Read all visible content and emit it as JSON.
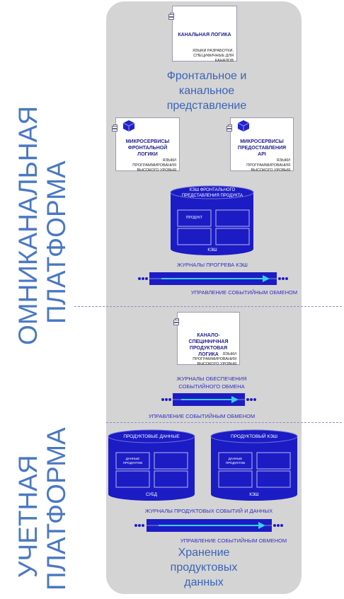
{
  "side": {
    "top_line1": "ОМНИКАНАЛЬНАЯ",
    "top_line2": "ПЛАТФОРМА",
    "bottom_line1": "УЧЕТНАЯ",
    "bottom_line2": "ПЛАТФОРМА"
  },
  "channel_card": {
    "title": "КАНАЛЬНАЯ ЛОГИКА",
    "sub": "ЯЗЫКИ РАЗРАБОТКИ, СПЕЦИФИЧНЫЕ ДЛЯ КАНАЛОВ"
  },
  "front_heading": "Фронтальное и канальное представление",
  "micro_front": {
    "title": "МИКРОСЕРВИСЫ ФРОНТАЛЬНОЙ ЛОГИКИ",
    "sub": "ЯЗЫКИ ПРОГРАММИРОВАНИЯ ВЫСОКОГО УРОВНЯ"
  },
  "micro_api": {
    "title": "МИКРОСЕРВИСЫ ПРЕДОСТАВЛЕНИЯ API",
    "sub": "ЯЗЫКИ ПРОГРАММИРОВАНИЯ ВЫСОКОГО УРОВНЯ"
  },
  "cache_front": {
    "title": "КЭШ ФРОНТАЛЬНОГО ПРЕДСТАВЛЕНИЯ ПРОДУКТА",
    "cell": "ПРОДУКТ",
    "footer": "КЭШ"
  },
  "journal1": "ЖУРНАЛЫ ПРОГРЕВА КЭШ",
  "event1": "УПРАВЛЕНИЕ СОБЫТИЙНЫМ ОБМЕНОМ",
  "product_logic": {
    "title": "КАНАЛО-СПЕЦИФИЧНАЯ ПРОДУКТОВАЯ ЛОГИКА",
    "sub": "ЯЗЫКИ ПРОГРАММИРОВАНИЯ ВЫСОКОГО УРОВНЯ"
  },
  "journal2_l1": "ЖУРНАЛЫ ОБЕСПЕЧЕНИЯ",
  "journal2_l2": "СОБЫТИЙНОГО ОБМЕНА",
  "event2": "УПРАВЛЕНИЕ СОБЫТИЙНЫМ ОБМЕНОМ",
  "db_products": {
    "title": "ПРОДУКТОВЫЕ ДАННЫЕ",
    "cell": "ДАННЫЕ ПРОДУКТОВ",
    "footer": "СУБД"
  },
  "db_cache": {
    "title": "ПРОДУКТОВЫЙ КЭШ",
    "cell": "ДАННЫЕ ПРОДУКТОВ",
    "footer": "КЭШ"
  },
  "journal3": "ЖУРНАЛЫ ПРОДУКТОВЫХ СОБЫТИЙ И ДАННЫХ",
  "event3": "УПРАВЛЕНИЕ СОБЫТИЙНЫМ ОБМЕНОМ",
  "storage_heading": "Хранение продуктовых данных",
  "colors": {
    "panel": "#d4d4d4",
    "accent": "#1c1cc4",
    "side_text": "#4a78c2",
    "arrow": "#39d0e8"
  }
}
